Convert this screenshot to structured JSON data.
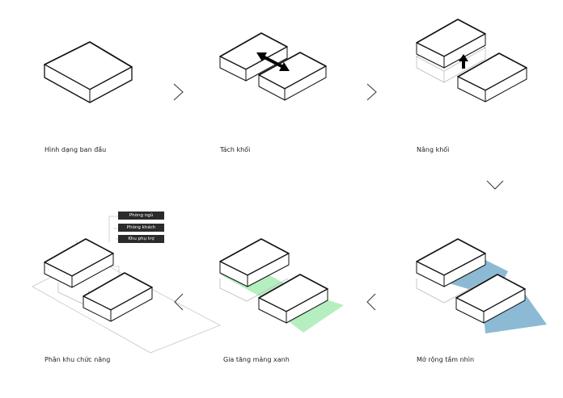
{
  "steps": [
    {
      "caption": "Hình dạng ban đầu"
    },
    {
      "caption": "Tách khối"
    },
    {
      "caption": "Nâng khối"
    },
    {
      "caption": "Phân khu chức năng"
    },
    {
      "caption": "Gia tăng mảng xanh"
    },
    {
      "caption": "Mở rộng tầm nhìn"
    }
  ],
  "function_tags": [
    "Phòng ngủ",
    "Phòng khách",
    "Khu phụ trợ"
  ],
  "colors": {
    "outline": "#111111",
    "green_space": "#a8ecb4",
    "view_blue": "#7fb2cf",
    "tag_bg": "#2b2b2b",
    "chevron": "#333333"
  },
  "icons": [
    "chevron-right-icon",
    "chevron-down-icon",
    "chevron-left-icon",
    "double-arrow-icon",
    "up-arrow-icon"
  ]
}
